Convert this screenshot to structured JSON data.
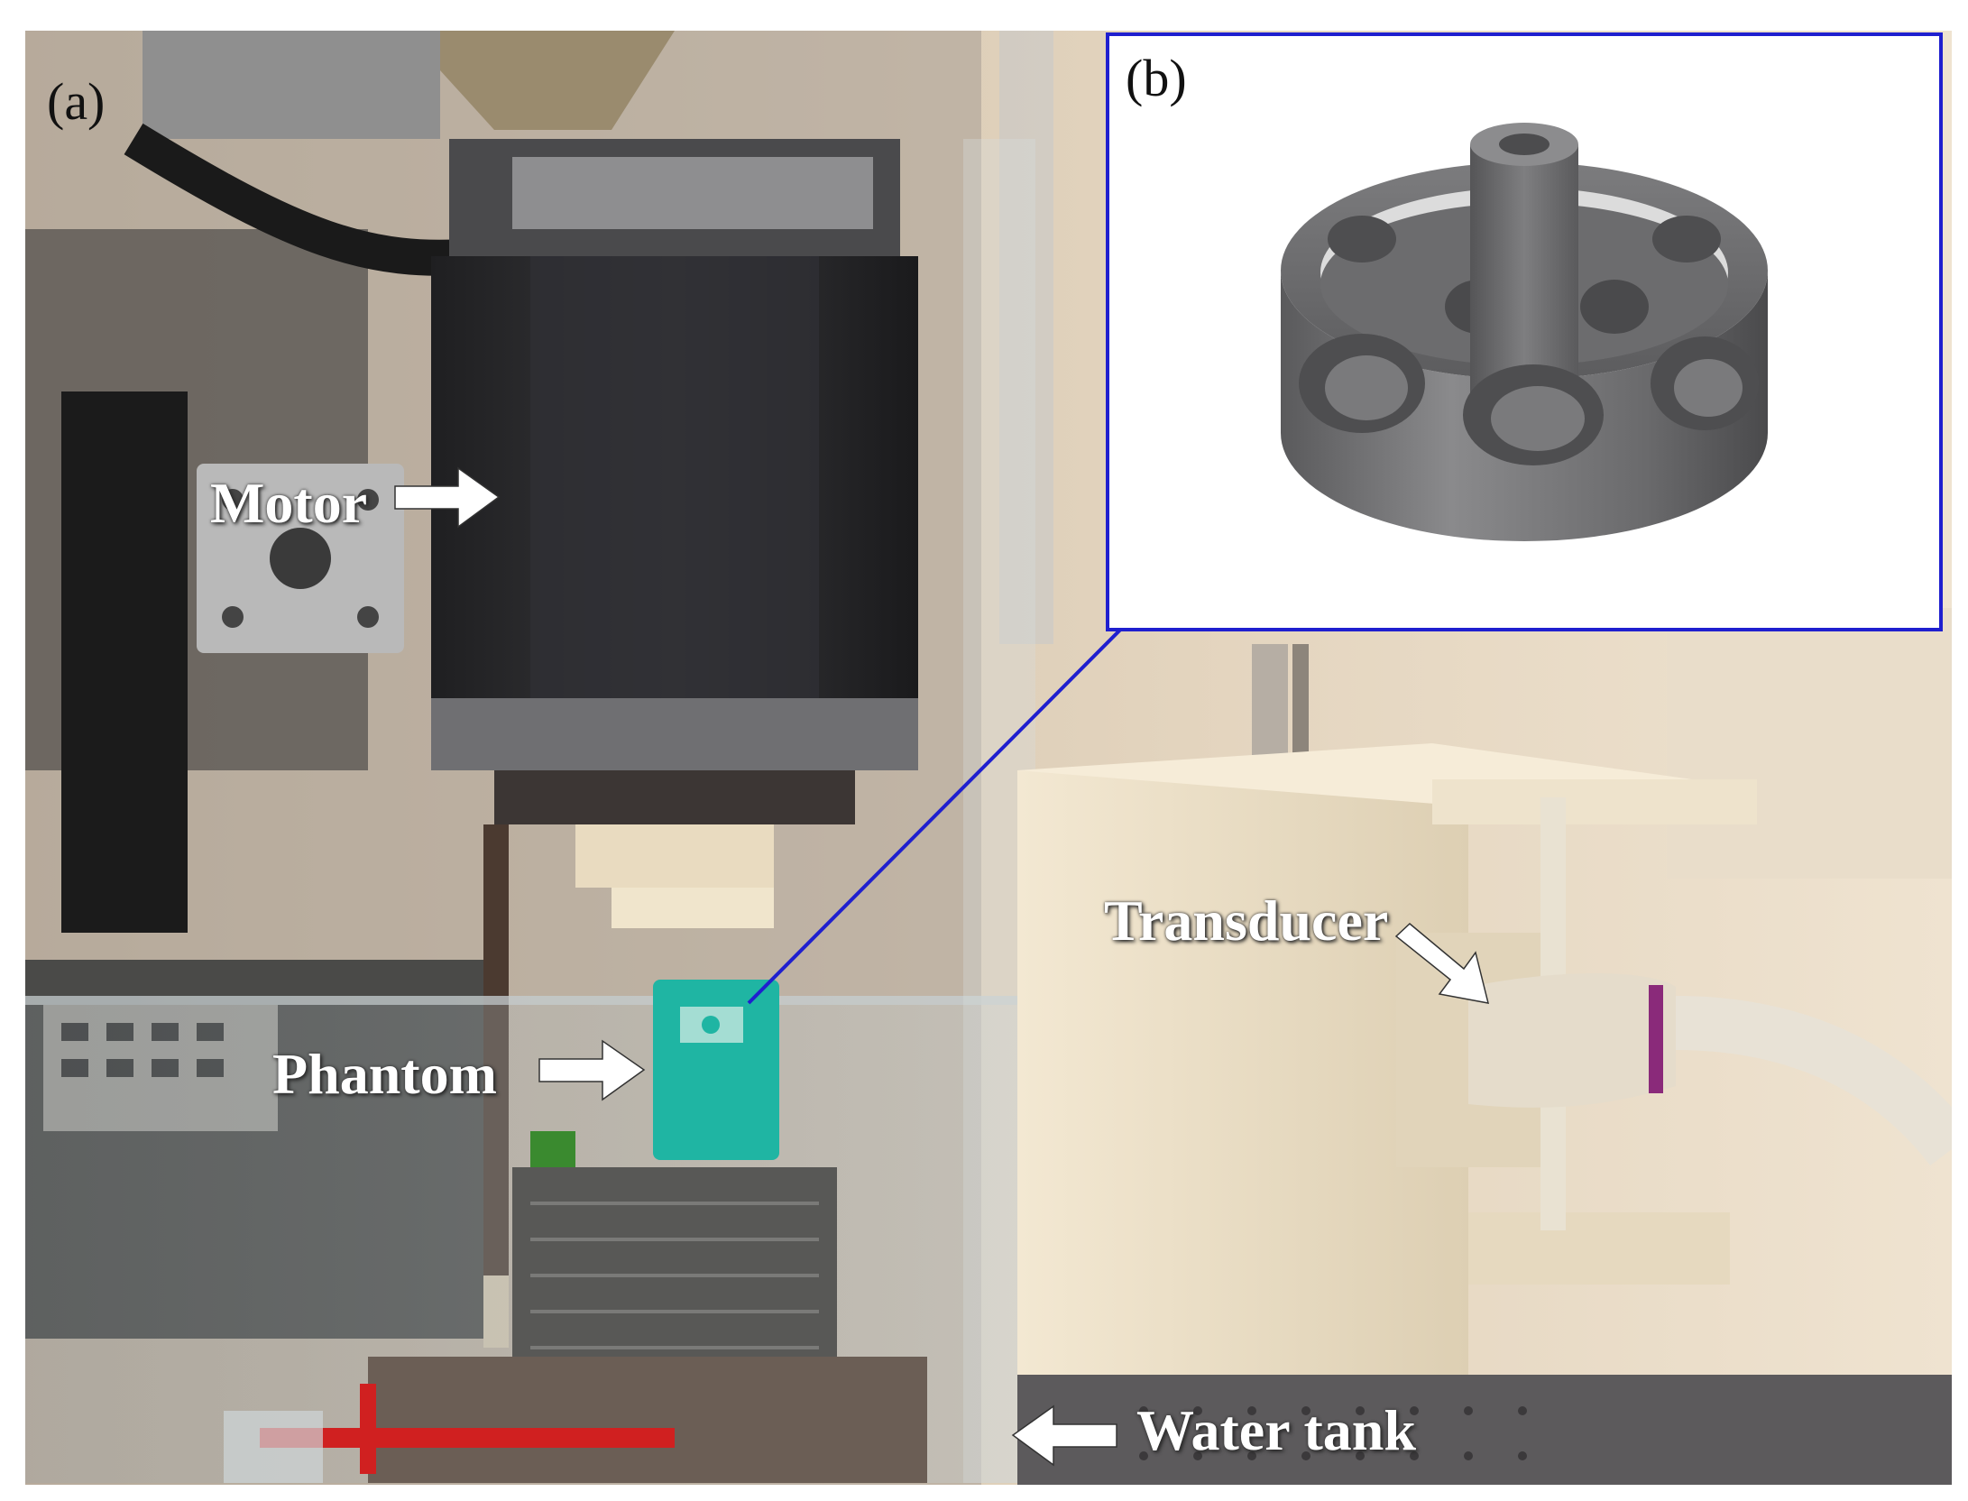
{
  "figure": {
    "panel_a_label": "(a)",
    "panel_b_label": "(b)",
    "labels": {
      "motor": "Motor",
      "phantom": "Phantom",
      "transducer": "Transducer",
      "water_tank": "Water tank"
    }
  },
  "colors": {
    "inset_border": "#1f1fcf",
    "pointer_line": "#1f1fcf",
    "label_text": "#ffffff",
    "phantom": "#1fb5a3",
    "holder": "#ece0c6",
    "motor_body": "#2a2a2c",
    "render_gray": "#6e6e70"
  },
  "icons": {
    "label_arrows": "arrow-icon",
    "inset_pointer": "pointer-line"
  }
}
